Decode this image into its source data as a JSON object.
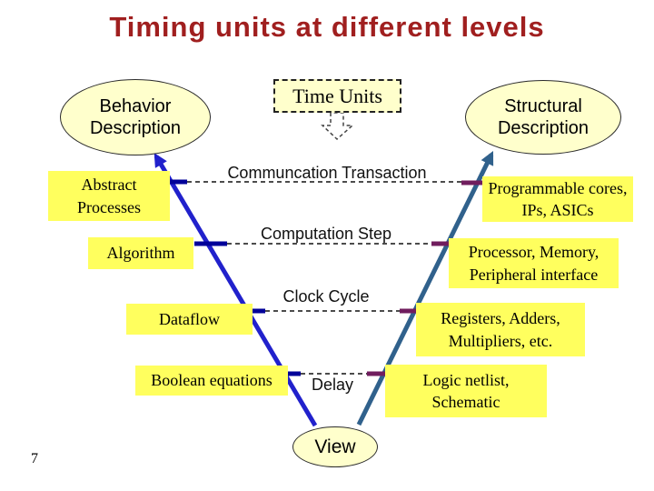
{
  "slide": {
    "title": "Timing units at different levels",
    "page_number": "7"
  },
  "top_nodes": {
    "behavior_description": "Behavior Description",
    "time_units": "Time Units",
    "structural_description": "Structural Description"
  },
  "bottom_node": {
    "view": "View"
  },
  "levels": [
    {
      "behavior": "Abstract Processes",
      "time_unit": "Communcation Transaction",
      "structure": "Programmable cores, IPs, ASICs"
    },
    {
      "behavior": "Algorithm",
      "time_unit": "Computation Step",
      "structure": "Processor, Memory, Peripheral interface"
    },
    {
      "behavior": "Dataflow",
      "time_unit": "Clock Cycle",
      "structure": "Registers, Adders, Multipliers, etc."
    },
    {
      "behavior": "Boolean equations",
      "time_unit": "Delay",
      "structure": "Logic netlist, Schematic"
    }
  ],
  "colors": {
    "title_text": "#a01f1f",
    "highlight_box": "#ffff5e",
    "node_fill": "#ffffcc",
    "behavior_axis": "#2121cc",
    "behavior_tick": "#000099",
    "structure_axis": "#30618c",
    "structure_tick": "#701d5e"
  }
}
